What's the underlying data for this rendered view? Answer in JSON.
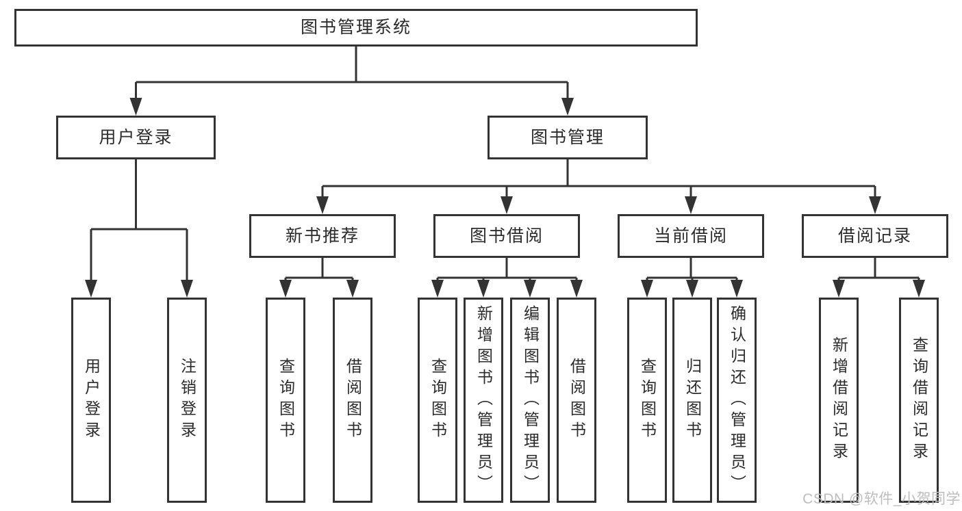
{
  "diagram": {
    "title": "图书管理系统",
    "level2": [
      {
        "label": "用户登录"
      },
      {
        "label": "图书管理"
      }
    ],
    "level3": [
      {
        "label": "新书推荐",
        "parent": "图书管理"
      },
      {
        "label": "图书借阅",
        "parent": "图书管理"
      },
      {
        "label": "当前借阅",
        "parent": "图书管理"
      },
      {
        "label": "借阅记录",
        "parent": "图书管理"
      }
    ],
    "leaves": [
      {
        "label": "用户登录",
        "parent": "用户登录"
      },
      {
        "label": "注销登录",
        "parent": "用户登录"
      },
      {
        "label": "查询图书",
        "parent": "新书推荐"
      },
      {
        "label": "借阅图书",
        "parent": "新书推荐"
      },
      {
        "label": "查询图书",
        "parent": "图书借阅"
      },
      {
        "label": "新增图书（管理员）",
        "parent": "图书借阅"
      },
      {
        "label": "编辑图书（管理员）",
        "parent": "图书借阅"
      },
      {
        "label": "借阅图书",
        "parent": "图书借阅"
      },
      {
        "label": "查询图书",
        "parent": "当前借阅"
      },
      {
        "label": "归还图书",
        "parent": "当前借阅"
      },
      {
        "label": "确认归还（管理员）",
        "parent": "当前借阅"
      },
      {
        "label": "新增借阅记录",
        "parent": "借阅记录"
      },
      {
        "label": "查询借阅记录",
        "parent": "借阅记录"
      }
    ]
  },
  "watermark": "CSDN @软件_小贺同学",
  "colors": {
    "line": "#333333",
    "text": "#2b2b2b",
    "watermark": "#bdbdbd",
    "background": "#ffffff"
  }
}
